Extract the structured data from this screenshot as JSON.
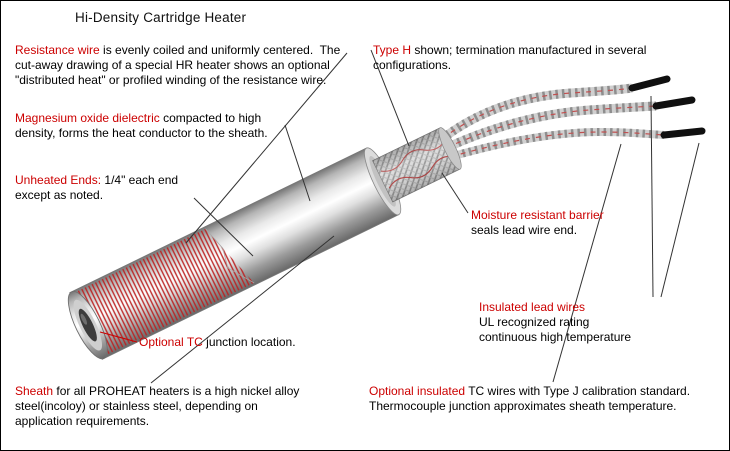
{
  "title": "Hi-Density Cartridge Heater",
  "colors": {
    "accent_red": "#cc0000",
    "text_black": "#000000",
    "coil_red": "#bb2222",
    "metal_light": "#f5f5f5",
    "metal_dark": "#6b6b6b"
  },
  "annotations": {
    "resistance_wire": {
      "lead": "Resistance wire",
      "rest": " is evenly coiled and uniformly centered.  The\ncut-away drawing of a special HR heater shows an optional\n\"distributed heat\" or profiled winding of the resistance wire."
    },
    "type_h": {
      "lead": "Type H",
      "rest": " shown; termination manufactured in several\nconfigurations."
    },
    "magnesium_oxide": {
      "lead": "Magnesium oxide dielectric",
      "rest": " compacted to high\ndensity, forms the heat conductor to the sheath."
    },
    "unheated_ends": {
      "lead": "Unheated Ends:",
      "rest": " 1/4\" each end\nexcept as noted."
    },
    "moisture_barrier": {
      "lead": "Moisture resistant barrier",
      "rest": "\nseals lead wire end."
    },
    "optional_tc": {
      "lead": "Optional TC",
      "rest": " junction location."
    },
    "insulated_lead_wires": {
      "lead": "Insulated lead wires",
      "rest": "\nUL recognized rating\ncontinuous high temperature"
    },
    "sheath": {
      "lead": "Sheath",
      "rest": " for all PROHEAT heaters is a high nickel alloy\nsteel(incoloy) or stainless steel, depending on\napplication requirements."
    },
    "optional_tc_wires": {
      "lead": "Optional insulated",
      "rest": " TC wires with Type J calibration standard.\nThermocouple junction approximates sheath temperature."
    }
  }
}
